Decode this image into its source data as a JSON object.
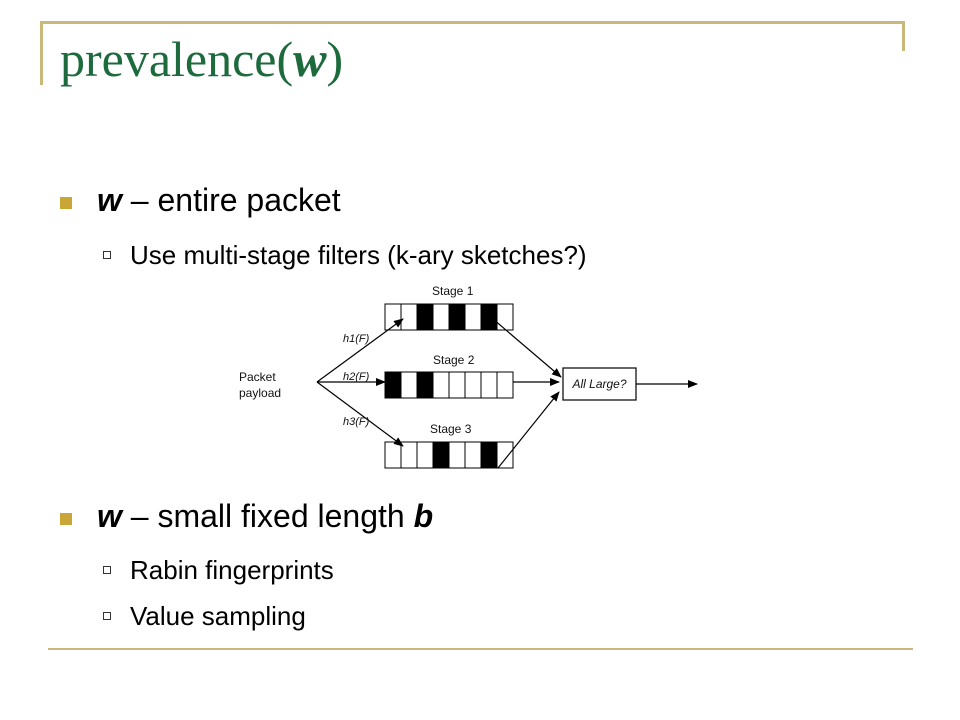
{
  "title": {
    "prefix": "prevalence(",
    "variable": "w",
    "suffix": ")"
  },
  "bullets": [
    {
      "var": "w",
      "text": " – entire packet",
      "trailing_var": ""
    },
    {
      "var": "w",
      "text": " – small fixed length ",
      "trailing_var": "b"
    }
  ],
  "sub_bullets": {
    "first": [
      "Use multi-stage filters (k-ary sketches?)"
    ],
    "second": [
      "Rabin fingerprints",
      "Value sampling"
    ]
  },
  "diagram": {
    "input_label_1": "Packet",
    "input_label_2": "payload",
    "stages": [
      {
        "label": "Stage 1",
        "hash": "h1(F)",
        "cells": 8,
        "filled": [
          2,
          4,
          6
        ]
      },
      {
        "label": "Stage 2",
        "hash": "h2(F)",
        "cells": 8,
        "filled": [
          0,
          2
        ]
      },
      {
        "label": "Stage 3",
        "hash": "h3(F)",
        "cells": 8,
        "filled": [
          3,
          6
        ]
      }
    ],
    "decision": "All Large?"
  }
}
